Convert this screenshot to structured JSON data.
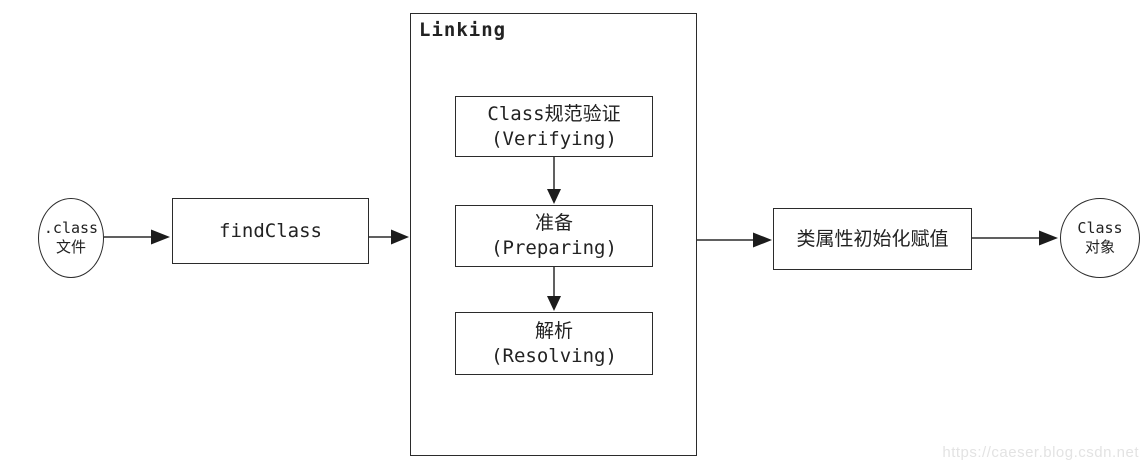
{
  "nodes": {
    "class_file": {
      "line1": ".class",
      "line2": "文件"
    },
    "find_class": {
      "label": "findClass"
    },
    "linking_group": {
      "label": "Linking"
    },
    "verifying": {
      "line1": "Class规范验证",
      "line2": "(Verifying)"
    },
    "preparing": {
      "line1": "准备",
      "line2": "(Preparing)"
    },
    "resolving": {
      "line1": "解析",
      "line2": "(Resolving)"
    },
    "init_assignment": {
      "label": "类属性初始化赋值"
    },
    "class_object": {
      "line1": "Class",
      "line2": "对象"
    }
  },
  "watermark": "https://caeser.blog.csdn.net",
  "colors": {
    "line": "#2b2b2b",
    "background": "#ffffff",
    "watermark": "#e3e3e3"
  }
}
